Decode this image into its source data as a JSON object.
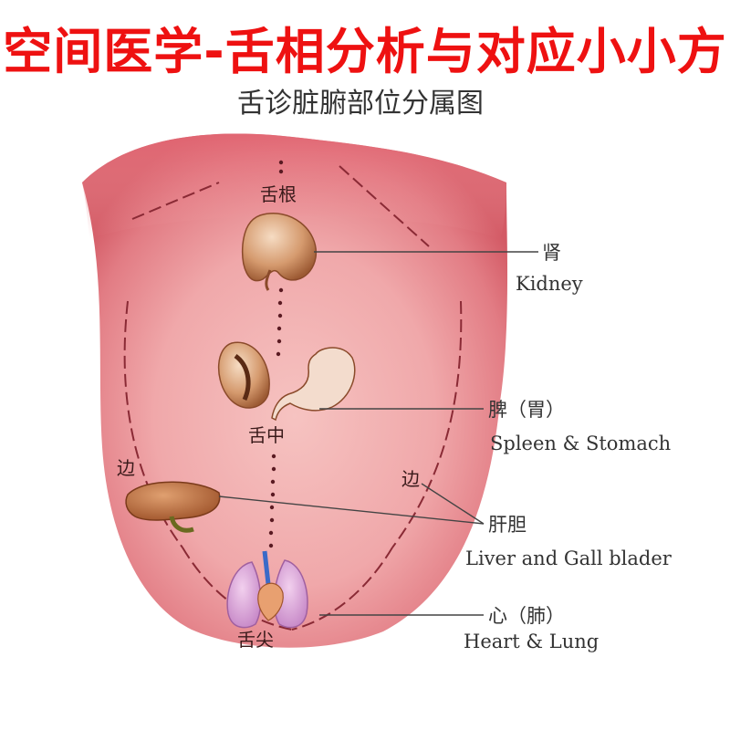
{
  "banner_title": "空间医学-舌相分析与对应小小方",
  "subtitle": "舌诊脏腑部位分属图",
  "tongue_regions": {
    "root": "舌根",
    "middle": "舌中",
    "edge_left": "边",
    "edge_right": "边",
    "tip": "舌尖"
  },
  "organ_labels": [
    {
      "zh": "肾",
      "en": "Kidney"
    },
    {
      "zh": "脾（胃）",
      "en": "Spleen & Stomach"
    },
    {
      "zh": "肝胆",
      "en": "Liver and Gall blader"
    },
    {
      "zh": "心（肺）",
      "en": "Heart & Lung"
    }
  ],
  "colors": {
    "banner": "#ee1111",
    "tongue_light": "#f7c1c0",
    "tongue_dark": "#d95a64",
    "organ_brown": "#c87a4a"
  },
  "icons": [
    "kidney-icon",
    "spleen-icon",
    "stomach-icon",
    "liver-icon",
    "lung-icon",
    "heart-icon"
  ]
}
